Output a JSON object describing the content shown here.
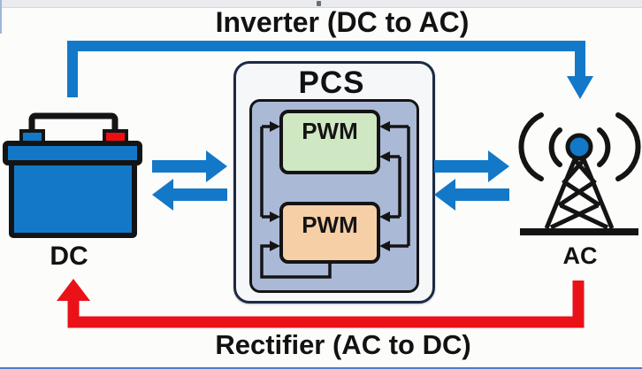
{
  "diagram": {
    "title_top": "Inverter (DC to AC)",
    "title_bottom": "Rectifier (AC to DC)",
    "pcs": {
      "label": "PCS",
      "pwm_top_label": "PWM",
      "pwm_bottom_label": "PWM"
    },
    "battery_label": "DC",
    "tower_label": "AC",
    "flows": [
      {
        "name": "inverter-path",
        "direction": "battery-to-tower",
        "color": "#1478c8"
      },
      {
        "name": "rectifier-path",
        "direction": "tower-to-battery",
        "color": "#ea1118"
      },
      {
        "name": "battery-pcs-exchange",
        "direction": "bidirectional",
        "color": "#1478c8"
      },
      {
        "name": "pcs-tower-exchange",
        "direction": "bidirectional",
        "color": "#1478c8"
      }
    ],
    "icons": [
      "battery-icon",
      "radio-tower-icon"
    ]
  },
  "colors": {
    "accent-blue": "#1478c8",
    "accent-red": "#ea1118",
    "pcs-inner-bg": "#aab9d6",
    "pwm-green": "#cfe7c2",
    "pwm-orange": "#f7cfa6",
    "line-black": "#141414"
  }
}
